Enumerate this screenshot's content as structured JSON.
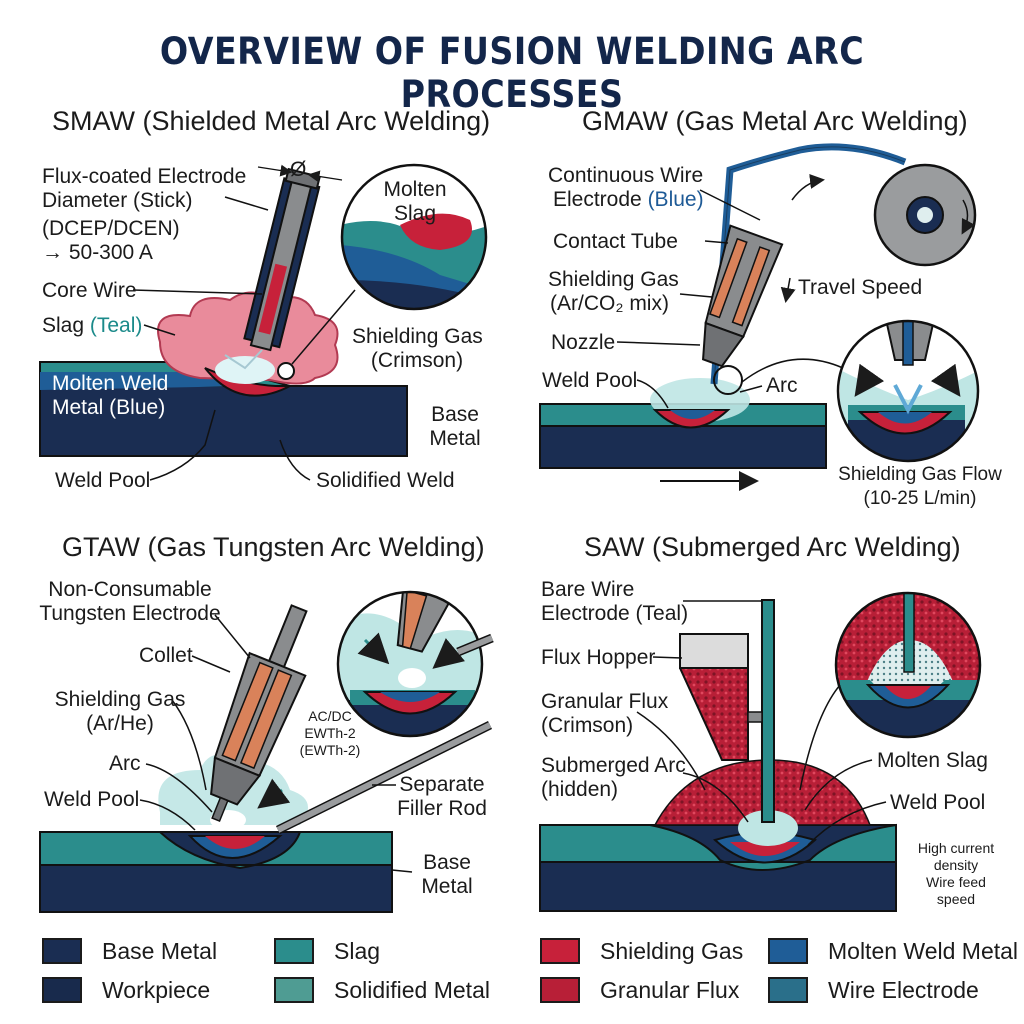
{
  "title": "OVERVIEW OF FUSION WELDING ARC PROCESSES",
  "colors": {
    "navy": "#1a2d52",
    "dark_navy": "#182a4c",
    "teal": "#2b8d8c",
    "light_teal": "#5aa8a0",
    "crimson": "#c7213a",
    "blue": "#1f5d97",
    "gray": "#8a8c8e",
    "copper": "#d9825a",
    "pink": "#e17a8c",
    "gas_cyan": "#bfe6e4"
  },
  "smaw": {
    "heading": "SMAW (Shielded Metal Arc Welding)",
    "electrode_line1": "Flux-coated Electrode",
    "electrode_line2": "Diameter  (Stick)",
    "polarity": "(DCEP/DCEN)",
    "current": "→ 50-300 A",
    "diameter_symbol": "Ø",
    "core_wire": "Core Wire",
    "slag_word": "Slag",
    "slag_color": "(Teal)",
    "molten_line1": "Molten Weld",
    "molten_line2": "Metal (Blue)",
    "molten_slag_line1": "Molten",
    "molten_slag_line2": "Slag",
    "gas_line1": "Shielding Gas",
    "gas_line2": "(Crimson)",
    "base_line1": "Base",
    "base_line2": "Metal",
    "weld_pool": "Weld Pool",
    "solidified": "Solidified Weld"
  },
  "gmaw": {
    "heading": "GMAW (Gas Metal Arc Welding)",
    "wire_line1": "Continuous Wire",
    "wire_line2a": "Electrode",
    "wire_line2b": "(Blue)",
    "contact_tube": "Contact Tube",
    "gas_line1": "Shielding Gas",
    "gas_line2": "(Ar/CO₂ mix)",
    "nozzle": "Nozzle",
    "weld_pool": "Weld Pool",
    "arc": "Arc",
    "travel_speed": "Travel Speed",
    "flow_line1": "Shielding Gas Flow",
    "flow_line2": "(10-25 L/min)"
  },
  "gtaw": {
    "heading": "GTAW (Gas Tungsten Arc Welding)",
    "electrode_line1": "Non-Consumable",
    "electrode_line2": "Tungsten Electrode",
    "collet": "Collet",
    "gas_line1": "Shielding Gas",
    "gas_line2": "(Ar/He)",
    "arc": "Arc",
    "weld_pool": "Weld Pool",
    "acdc_line1": "AC/DC",
    "acdc_line2": "EWTh-2",
    "acdc_line3": "(EWTh-2)",
    "filler_line1": "Separate",
    "filler_line2": "Filler Rod",
    "base_line1": "Base",
    "base_line2": "Metal"
  },
  "saw": {
    "heading": "SAW (Submerged Arc Welding)",
    "wire_line1": "Bare Wire",
    "wire_line2": "Electrode (Teal)",
    "hopper": "Flux Hopper",
    "granular_line1": "Granular Flux",
    "granular_line2": "(Crimson)",
    "arc_line1": "Submerged Arc",
    "arc_line2": "(hidden)",
    "molten_slag": "Molten Slag",
    "weld_pool": "Weld Pool",
    "note_line1": "High current",
    "note_line2": "density",
    "note_line3": "Wire feed",
    "note_line4": "speed"
  },
  "legend": [
    {
      "label": "Base Metal",
      "color": "#1a2d52"
    },
    {
      "label": "Workpiece",
      "color": "#182a4c"
    },
    {
      "label": "Slag",
      "color": "#2b8d8c"
    },
    {
      "label": "Solidified Metal",
      "color": "#4f9c93"
    },
    {
      "label": "Shielding Gas",
      "color": "#c7213a"
    },
    {
      "label": "Granular Flux",
      "color": "#b81f37"
    },
    {
      "label": "Molten Weld Metal",
      "color": "#1f5d97"
    },
    {
      "label": "Wire Electrode",
      "color": "#2a6f8a"
    }
  ]
}
